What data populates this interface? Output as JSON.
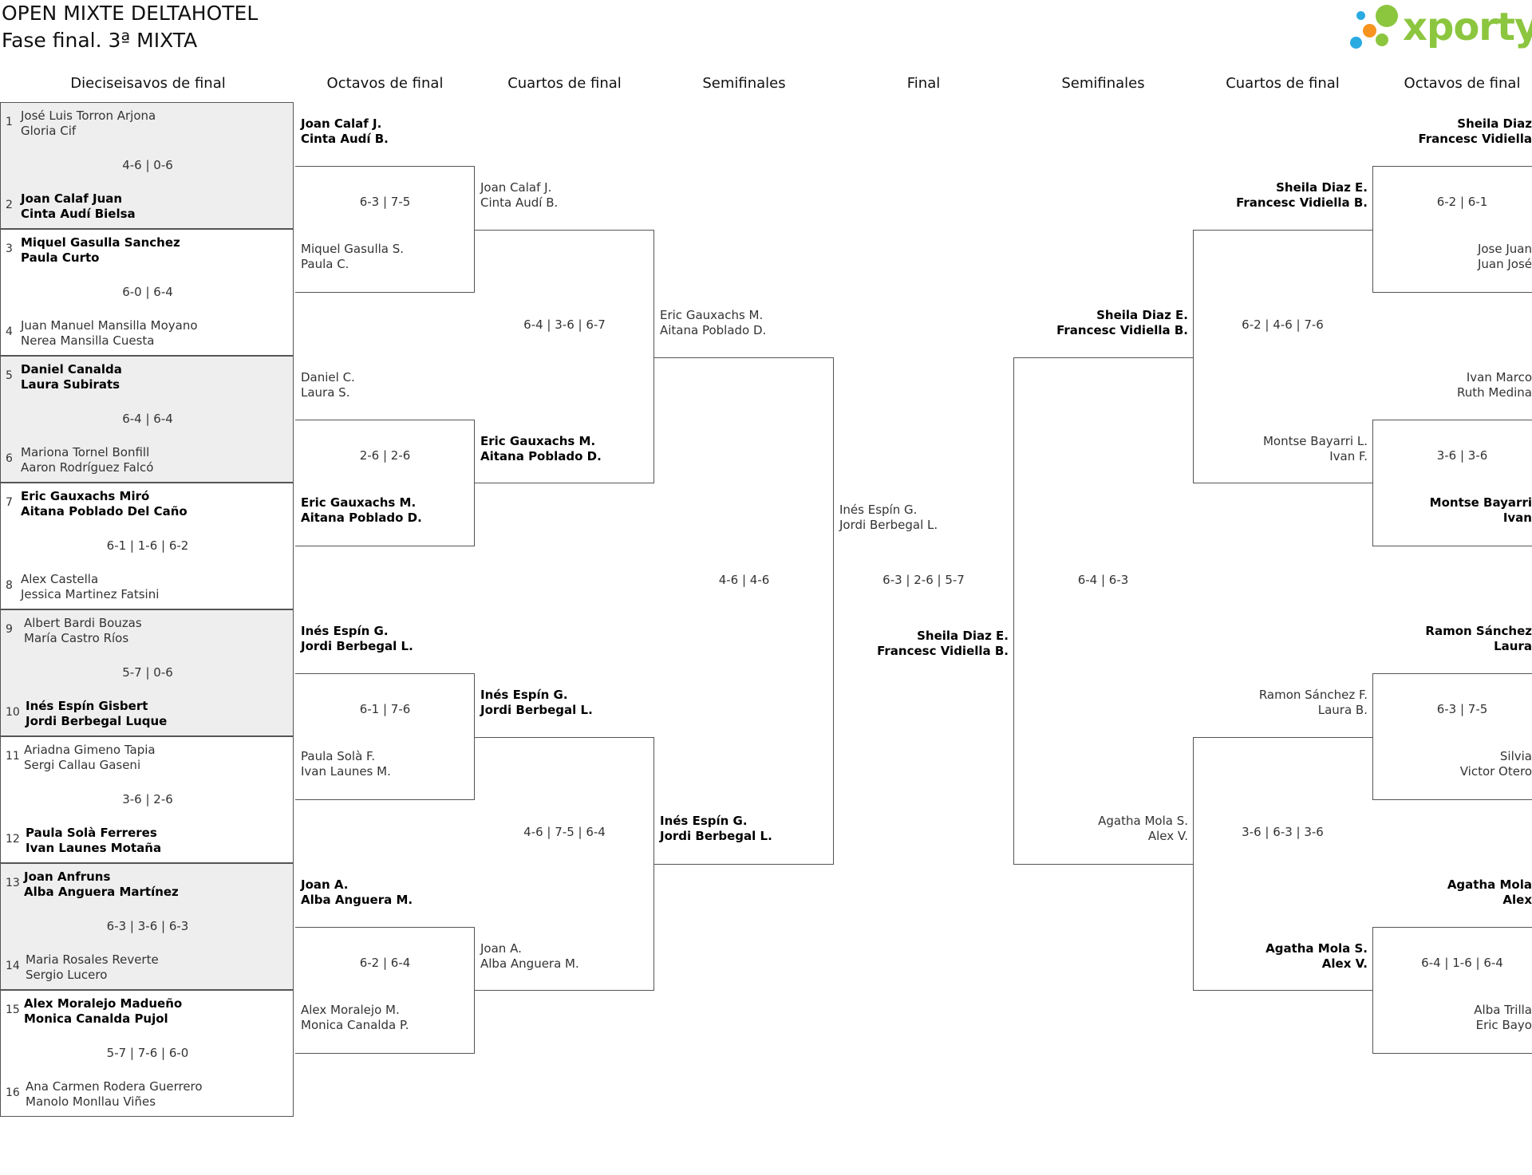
{
  "title": "OPEN MIXTE DELTAHOTEL",
  "subtitle": "Fase final. 3ª MIXTA",
  "logo_text": "xporty",
  "rounds": {
    "r16": "Dieciseisavos de final",
    "r8": "Octavos de final",
    "qf": "Cuartos de final",
    "sf": "Semifinales",
    "f": "Final",
    "sf_r": "Semifinales",
    "qf_r": "Cuartos de final",
    "r8_r": "Octavos de final"
  },
  "r16_matches": [
    {
      "seedA": "1",
      "a1": "José Luis Torron Arjona",
      "a2": "Gloria Cif",
      "seedB": "2",
      "b1": "Joan Calaf Juan",
      "b2": "Cinta Audí Bielsa",
      "score": "4-6 | 0-6",
      "win": "b"
    },
    {
      "seedA": "3",
      "a1": "Miquel Gasulla Sanchez",
      "a2": "Paula Curto",
      "seedB": "4",
      "b1": "Juan Manuel Mansilla Moyano",
      "b2": "Nerea Mansilla Cuesta",
      "score": "6-0 | 6-4",
      "win": "a"
    },
    {
      "seedA": "5",
      "a1": "Daniel Canalda",
      "a2": "Laura Subirats",
      "seedB": "6",
      "b1": "Mariona Tornel Bonfill",
      "b2": "Aaron Rodríguez Falcó",
      "score": "6-4 | 6-4",
      "win": "a"
    },
    {
      "seedA": "7",
      "a1": "Eric Gauxachs Miró",
      "a2": "Aitana Poblado Del Caño",
      "seedB": "8",
      "b1": "Alex Castella",
      "b2": "Jessica Martinez Fatsini",
      "score": "6-1 | 1-6 | 6-2",
      "win": "a"
    },
    {
      "seedA": "9",
      "a1": "Albert Bardi Bouzas",
      "a2": "María Castro Ríos",
      "seedB": "10",
      "b1": "Inés Espín Gisbert",
      "b2": "Jordi Berbegal Luque",
      "score": "5-7 | 0-6",
      "win": "b"
    },
    {
      "seedA": "11",
      "a1": "Ariadna Gimeno Tapia",
      "a2": "Sergi Callau Gaseni",
      "seedB": "12",
      "b1": "Paula Solà Ferreres",
      "b2": "Ivan Launes Motaña",
      "score": "3-6 | 2-6",
      "win": "b"
    },
    {
      "seedA": "13",
      "a1": "Joan Anfruns",
      "a2": "Alba Anguera Martínez",
      "seedB": "14",
      "b1": "Maria Rosales Reverte",
      "b2": "Sergio Lucero",
      "score": "6-3 | 3-6 | 6-3",
      "win": "a"
    },
    {
      "seedA": "15",
      "a1": "Alex Moralejo Madueño",
      "a2": "Monica Canalda Pujol",
      "seedB": "16",
      "b1": "Ana Carmen Rodera Guerrero",
      "b2": "Manolo Monllau Viñes",
      "score": "5-7 | 7-6 | 6-0",
      "win": "a"
    }
  ],
  "r8_matches": [
    {
      "a1": "Joan Calaf J.",
      "a2": "Cinta Audí B.",
      "b1": "Miquel Gasulla S.",
      "b2": "Paula C.",
      "score": "6-3 | 7-5",
      "win": "a"
    },
    {
      "a1": "Daniel C.",
      "a2": "Laura S.",
      "b1": "Eric Gauxachs M.",
      "b2": "Aitana Poblado D.",
      "score": "2-6 | 2-6",
      "win": "b"
    },
    {
      "a1": "Inés Espín G.",
      "a2": "Jordi Berbegal L.",
      "b1": "Paula Solà F.",
      "b2": "Ivan Launes M.",
      "score": "6-1 | 7-6",
      "win": "a"
    },
    {
      "a1": "Joan A.",
      "a2": "Alba Anguera M.",
      "b1": "Alex Moralejo M.",
      "b2": "Monica Canalda P.",
      "score": "6-2 | 6-4",
      "win": "a"
    }
  ],
  "qf_matches": [
    {
      "a1": "Joan Calaf J.",
      "a2": "Cinta Audí B.",
      "b1": "Eric Gauxachs M.",
      "b2": "Aitana Poblado D.",
      "score": "6-4 | 3-6 | 6-7",
      "win": "b"
    },
    {
      "a1": "Inés Espín G.",
      "a2": "Jordi Berbegal L.",
      "b1": "Joan A.",
      "b2": "Alba Anguera M.",
      "score": "4-6 | 7-5 | 6-4",
      "win": "a"
    }
  ],
  "sf_match": {
    "a1": "Eric Gauxachs M.",
    "a2": "Aitana Poblado D.",
    "b1": "Inés Espín G.",
    "b2": "Jordi Berbegal L.",
    "score": "4-6 | 4-6",
    "win": "b"
  },
  "final_match": {
    "a1": "Inés Espín G.",
    "a2": "Jordi Berbegal L.",
    "b1": "Sheila Diaz E.",
    "b2": "Francesc Vidiella B.",
    "score": "6-3 | 2-6 | 5-7",
    "win": "b"
  },
  "sf_r_match": {
    "a1": "Sheila Diaz E.",
    "a2": "Francesc Vidiella B.",
    "b1": "Agatha Mola S.",
    "b2": "Alex V.",
    "score": "6-4 | 6-3",
    "win": "a"
  },
  "qf_r_matches": [
    {
      "a1": "Sheila Diaz E.",
      "a2": "Francesc Vidiella B.",
      "b1": "Montse Bayarri L.",
      "b2": "Ivan F.",
      "score": "6-2 | 4-6 | 7-6",
      "win": "a"
    },
    {
      "a1": "Ramon Sánchez F.",
      "a2": "Laura B.",
      "b1": "Agatha Mola S.",
      "b2": "Alex V.",
      "score": "3-6 | 6-3 | 3-6",
      "win": "b"
    }
  ],
  "r8_r_matches": [
    {
      "a1": "Sheila Diaz",
      "a2": "Francesc Vidiella",
      "b1": "Jose Juan",
      "b2": "Juan José",
      "score": "6-2 | 6-1",
      "win": "a"
    },
    {
      "a1": "Ivan Marco",
      "a2": "Ruth Medina",
      "b1": "Montse Bayarri",
      "b2": "Ivan",
      "score": "3-6 | 3-6",
      "win": "b"
    },
    {
      "a1": "Ramon Sánchez",
      "a2": "Laura",
      "b1": "Silvia",
      "b2": "Victor Otero",
      "score": "6-3 | 7-5",
      "win": "a"
    },
    {
      "a1": "Agatha Mola",
      "a2": "Alex",
      "b1": "Alba Trilla",
      "b2": "Eric Bayo",
      "score": "6-4 | 1-6 | 6-4",
      "win": "a"
    }
  ]
}
